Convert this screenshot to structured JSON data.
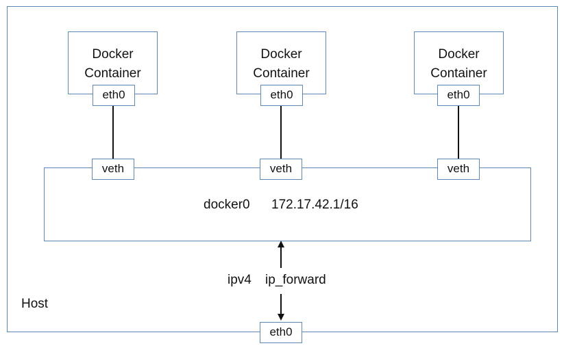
{
  "host": {
    "label": "Host"
  },
  "containers": [
    {
      "line1": "Docker",
      "line2": "Container",
      "port": "eth0",
      "veth": "veth"
    },
    {
      "line1": "Docker",
      "line2": "Container",
      "port": "eth0",
      "veth": "veth"
    },
    {
      "line1": "Docker",
      "line2": "Container",
      "port": "eth0",
      "veth": "veth"
    }
  ],
  "bridge": {
    "name": "docker0",
    "address": "172.17.42.1/16"
  },
  "forward": {
    "proto": "ipv4",
    "setting": "ip_forward"
  },
  "host_port": {
    "label": "eth0"
  }
}
